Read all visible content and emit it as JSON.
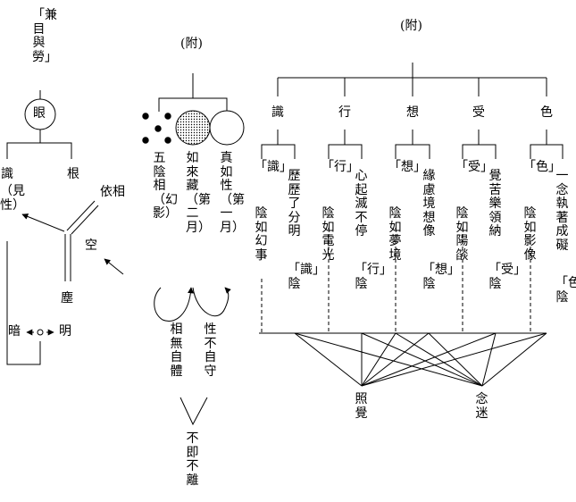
{
  "left": {
    "top_label": "「兼目與勞」",
    "eye": "眼",
    "consciousness": "識",
    "seeing_nature": "（見性）",
    "root": "根",
    "dependent": "依相",
    "emptiness": "空",
    "dust": "塵",
    "dark": "暗",
    "bright": "明"
  },
  "middle": {
    "header": "(附)",
    "true_nature": "真如性（第一月）",
    "tathagatagarbha": "如來藏（第二月）",
    "five_skandhas": "五陰相（幻影）",
    "nature_not_self_holding": "性不自守",
    "form_no_self_substance": "相無自體",
    "neither_same_nor_separate": "不即不離"
  },
  "right": {
    "header": "(附)",
    "skandhas": [
      {
        "name": "識",
        "sub": "「識」",
        "desc": "陰如幻事",
        "desc2": "歷歷了分明",
        "tail": "「識」陰"
      },
      {
        "name": "行",
        "sub": "「行」",
        "desc": "陰如電光",
        "desc2": "心起滅不停",
        "tail": "「行」陰"
      },
      {
        "name": "想",
        "sub": "「想」",
        "desc": "陰如夢境",
        "desc2": "緣慮境想像",
        "tail": "「想」陰"
      },
      {
        "name": "受",
        "sub": "「受」",
        "desc": "陰如陽燄",
        "desc2": "覺苦樂領納",
        "tail": "「受」陰"
      },
      {
        "name": "色",
        "sub": "「色」",
        "desc": "陰如影像",
        "desc2": "一念執著成礙",
        "tail": "「色」陰"
      }
    ],
    "enlighten": "照覺",
    "delusion": "念迷"
  }
}
